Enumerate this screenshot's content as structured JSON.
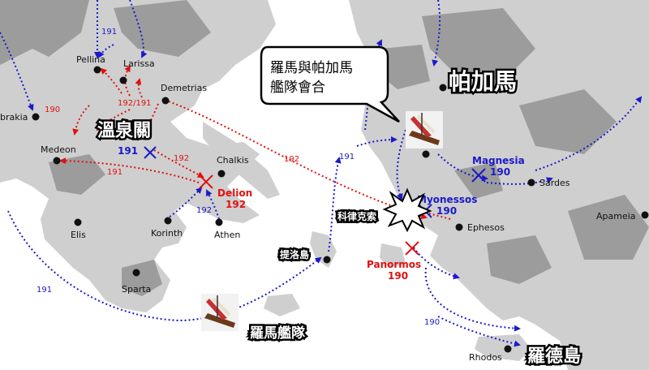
{
  "map": {
    "cities": [
      {
        "name": "Pellina",
        "key": "pellina"
      },
      {
        "name": "Larissa",
        "key": "larissa"
      },
      {
        "name": "Demetrias",
        "key": "demetrias"
      },
      {
        "name": "brakia",
        "key": "ambrakia"
      },
      {
        "name": "Medeon",
        "key": "medeon"
      },
      {
        "name": "Chalkis",
        "key": "chalkis"
      },
      {
        "name": "Elis",
        "key": "elis"
      },
      {
        "name": "Korinth",
        "key": "korinth"
      },
      {
        "name": "Athen",
        "key": "athen"
      },
      {
        "name": "Sparta",
        "key": "sparta"
      },
      {
        "name": "Sardes",
        "key": "sardes"
      },
      {
        "name": "Apameia",
        "key": "apameia"
      },
      {
        "name": "Ephesos",
        "key": "ephesos"
      },
      {
        "name": "Rhodos",
        "key": "rhodos"
      }
    ],
    "battles": {
      "thermopylae_year": "191",
      "delion_name": "Delion",
      "delion_year": "192",
      "magnesia_name": "Magnesia",
      "magnesia_year": "190",
      "myonessos_name": "Myonessos",
      "myonessos_year": "190",
      "panormos_name": "Panormos",
      "panormos_year": "190"
    },
    "route_labels": {
      "r191_north": "191",
      "r190_west": "190",
      "r192_191": "192/191",
      "r192_a": "192",
      "r191_b": "191",
      "r192_b": "192",
      "r192_long": "192",
      "r191_sea": "191",
      "r191_sw": "191",
      "r190_se": "190"
    },
    "chinese_labels": {
      "thermopylae": "溫泉關",
      "pergamon": "帕加馬",
      "roman_fleet": "羅馬艦隊",
      "korykos": "科律克索",
      "chios": "提洛島",
      "rhodes": "羅德島",
      "callout_line1": "羅馬與帕加馬",
      "callout_line2": "艦隊會合"
    },
    "colors": {
      "land": "#cfcfcf",
      "land_dark": "#9c9c9c",
      "sea": "#ffffff",
      "red": "#e01010",
      "blue": "#1a1ac8"
    },
    "icons": [
      "ship-icon",
      "explosion-icon",
      "battle-cross-icon"
    ]
  }
}
